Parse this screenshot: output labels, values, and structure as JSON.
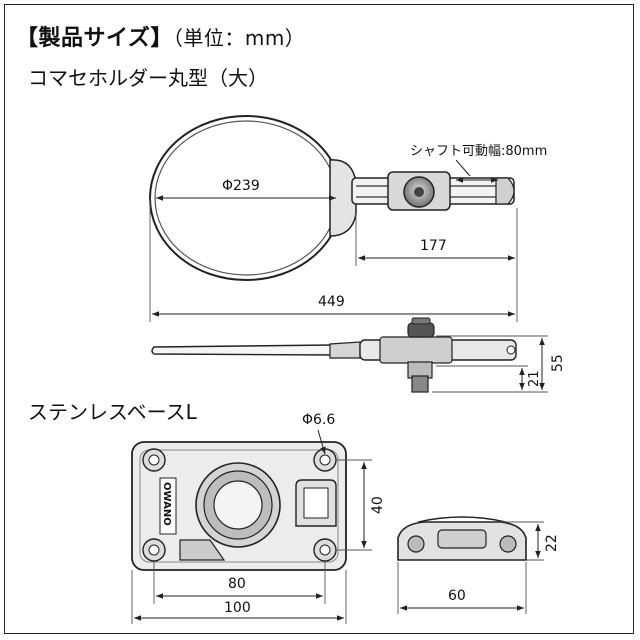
{
  "header": {
    "title": "【製品サイズ】",
    "unit": "（単位：mm）"
  },
  "section_holder": {
    "title": "コマセホルダー丸型（大）",
    "shaft_note": "シャフト可動幅:80mm",
    "diameter_label": "Φ239",
    "dim_arm": "177",
    "dim_total": "449",
    "dim_height_total": "55",
    "dim_height_lower": "21"
  },
  "section_base": {
    "title": "ステンレスベースL",
    "hole_label": "Φ6.6",
    "dim_hole_spacing_v": "40",
    "dim_hole_spacing_h": "80",
    "dim_width": "100",
    "dim_depth": "60",
    "dim_height": "22",
    "brand_mark": "OWANO"
  }
}
